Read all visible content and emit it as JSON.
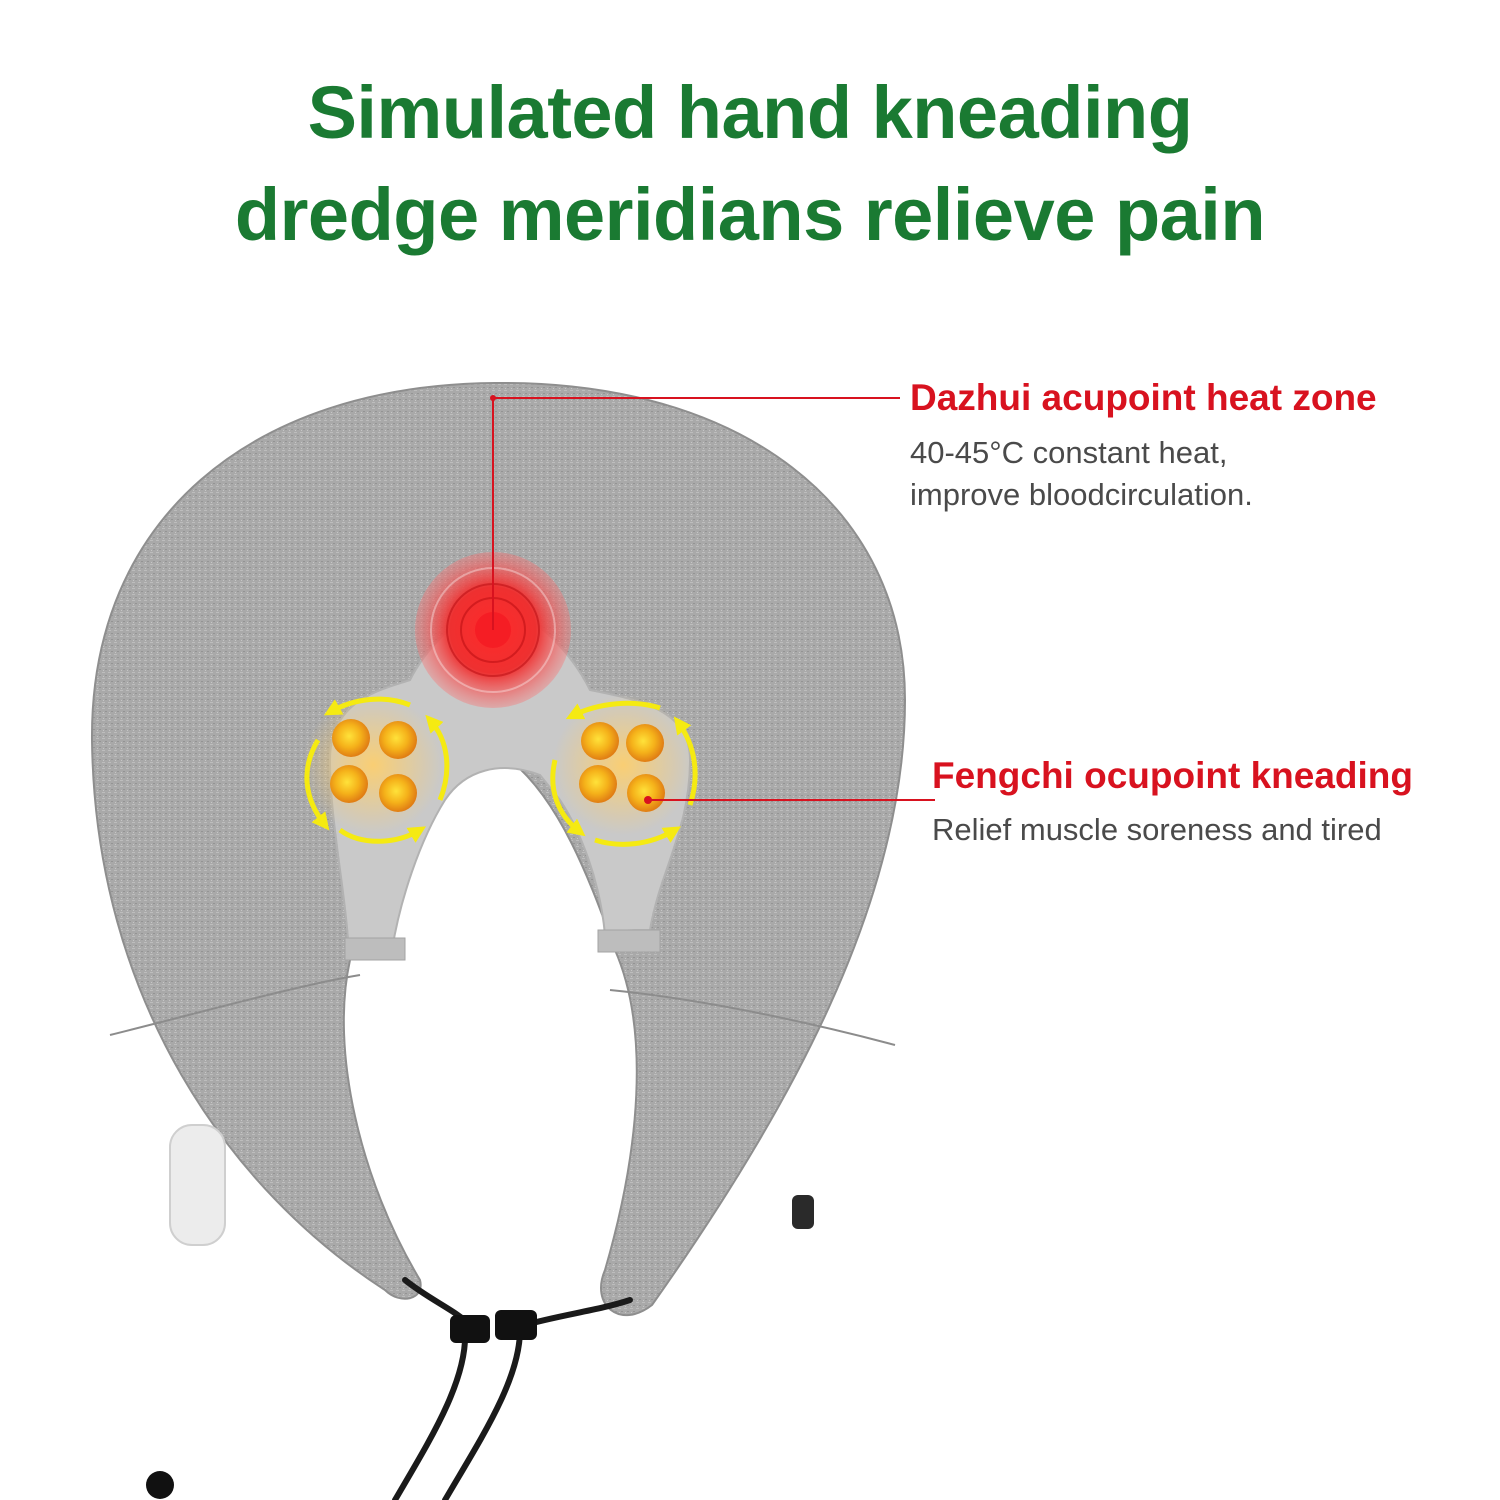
{
  "headline": {
    "line1": "Simulated hand kneading",
    "line2": "dredge meridians relieve pain"
  },
  "callouts": {
    "dazhui": {
      "title": "Dazhui acupoint heat zone",
      "line1": "40-45°C constant heat,",
      "line2": "improve bloodcirculation."
    },
    "fengchi": {
      "title": "Fengchi ocupoint kneading",
      "line1": "Relief muscle soreness and tired"
    }
  },
  "colors": {
    "headline": "#1a7a32",
    "callout_title": "#d8121f",
    "callout_text": "#4a4a4a",
    "leader_line": "#d8121f",
    "fabric": "#a8a8a8",
    "inner_frame": "#c9c9c9",
    "heat_zone": "#e8232a",
    "kneading_node": "#f0a020",
    "rotation_arrow": "#f5ea12",
    "cord": "#1a1a1a"
  },
  "icons": {
    "heat": "concentric-heat-rings-icon",
    "kneading": "kneading-nodes-icon",
    "rotation": "rotation-arrows-icon"
  }
}
